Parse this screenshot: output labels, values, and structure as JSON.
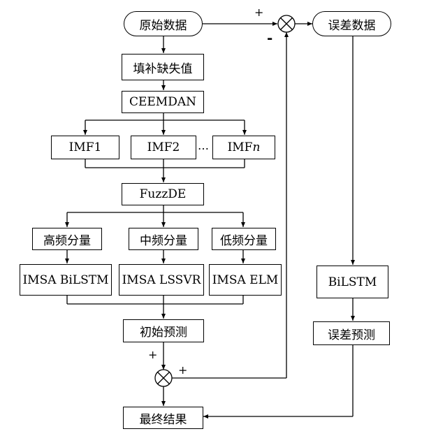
{
  "nodes": {
    "original_data": "原始数据",
    "error_data": "误差数据",
    "fill_missing": "填补缺失值",
    "ceemdan": "CEEMDAN",
    "imf1": "IMF1",
    "imf2": "IMF2",
    "imfn_prefix": "IMF",
    "imfn_var": "n",
    "fuzzde": "FuzzDE",
    "high_freq": "高频分量",
    "mid_freq": "中频分量",
    "low_freq": "低频分量",
    "imsa_bilstm": "IMSA BiLSTM",
    "imsa_lssvr": "IMSA LSSVR",
    "imsa_elm": "IMSA ELM",
    "initial_pred": "初始预测",
    "bilstm": "BiLSTM",
    "error_pred": "误差预测",
    "final_result": "最终结果"
  },
  "ellipsis": "…",
  "signs": {
    "top_plus": "+",
    "top_minus": "-",
    "bottom_plus_left": "+",
    "bottom_plus_right": "+"
  }
}
